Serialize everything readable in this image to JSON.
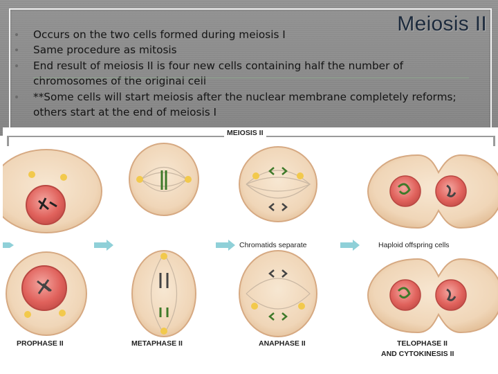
{
  "slide": {
    "title": "Meiosis II",
    "bullets": [
      "Occurs on the two cells formed during meiosis I",
      "Same procedure as mitosis",
      "End result of meiosis II is four new cells containing half the number of chromosomes of the original cell",
      "**Some cells will start meiosis after the nuclear membrane completely reforms; others start at the end of meiosis I"
    ]
  },
  "figure": {
    "heading": "MEIOSIS II",
    "midlabels": [
      "Chromatids separate",
      "Haploid offspring cells"
    ],
    "stages": [
      "PROPHASE II",
      "METAPHASE II",
      "ANAPHASE II",
      "TELOPHASE II",
      "AND CYTOKINESIS II"
    ]
  },
  "colors": {
    "slide_bg": "#8d8d8d",
    "cell_fill": "#f1d9bd",
    "nucleus_fill": "#e46a64",
    "arrow": "#8fd0d8"
  }
}
